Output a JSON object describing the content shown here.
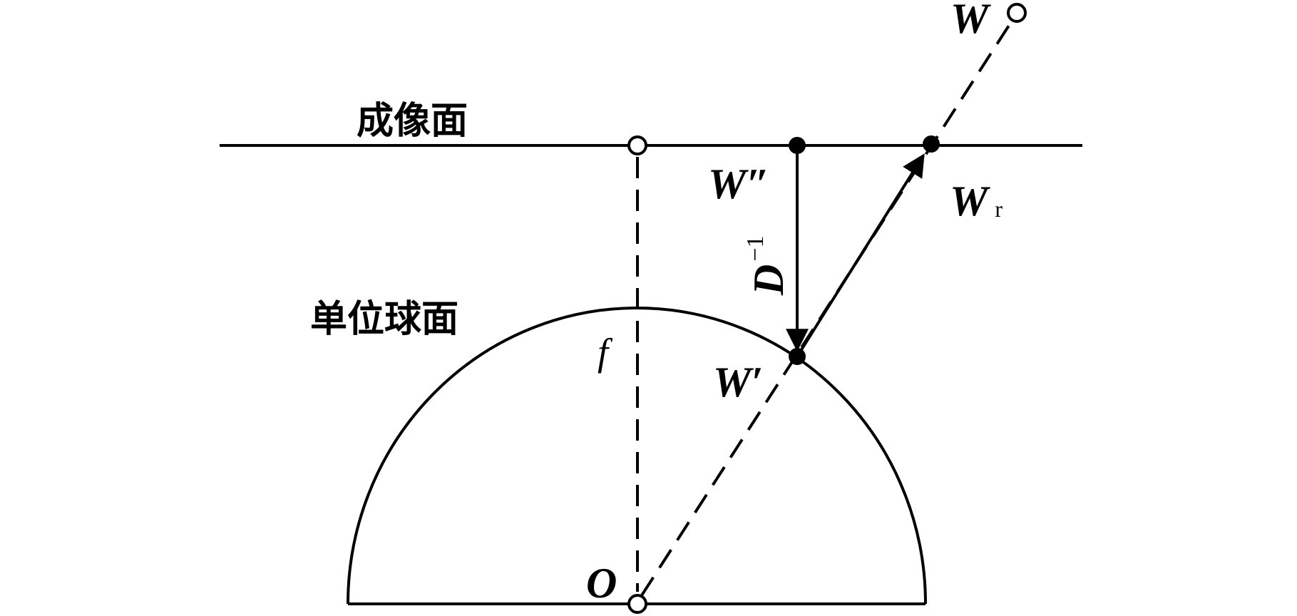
{
  "labels": {
    "imaging_plane": "成像面",
    "unit_sphere": "单位球面",
    "focal_length": "f",
    "origin": "O",
    "world_point": "W",
    "projected_point": "W″",
    "sphere_point": "W′",
    "rectified_point_main": "W",
    "rectified_point_sub": "r",
    "inverse_map_main": "D",
    "inverse_map_sup": "−1"
  },
  "colors": {
    "stroke": "#000000",
    "background": "#ffffff"
  }
}
